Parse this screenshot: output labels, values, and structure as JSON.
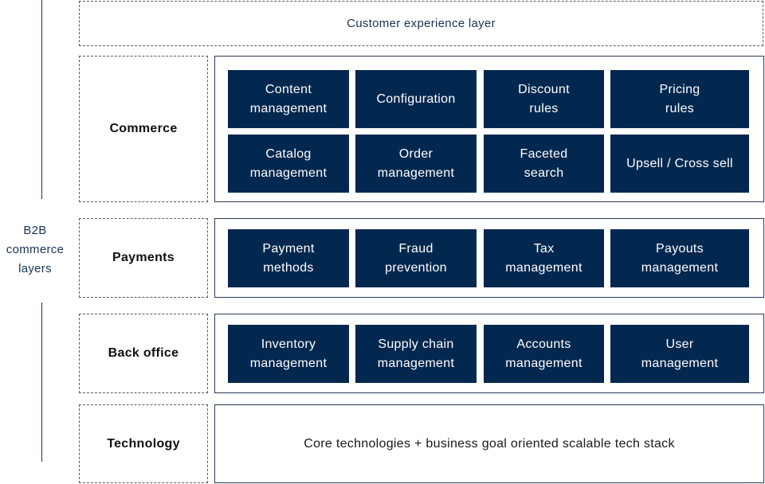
{
  "side": {
    "lines": [
      "B2B",
      "commerce",
      "layers"
    ]
  },
  "top_layer": {
    "label": "Customer experience layer"
  },
  "layers": {
    "commerce": {
      "label": "Commerce",
      "items": [
        "Content\nmanagement",
        "Configuration",
        "Discount\nrules",
        "Pricing\nrules",
        "Catalog\nmanagement",
        "Order\nmanagement",
        "Faceted\nsearch",
        "Upsell / Cross sell"
      ]
    },
    "payments": {
      "label": "Payments",
      "items": [
        "Payment\nmethods",
        "Fraud\nprevention",
        "Tax\nmanagement",
        "Payouts\nmanagement"
      ]
    },
    "back_office": {
      "label": "Back office",
      "items": [
        "Inventory\nmanagement",
        "Supply chain\nmanagement",
        "Accounts\nmanagement",
        "User\nmanagement"
      ]
    },
    "technology": {
      "label": "Technology",
      "text": "Core technologies + business goal oriented scalable tech stack"
    }
  },
  "colors": {
    "box_fill": "#03284f",
    "accent_text": "#1a3355"
  }
}
